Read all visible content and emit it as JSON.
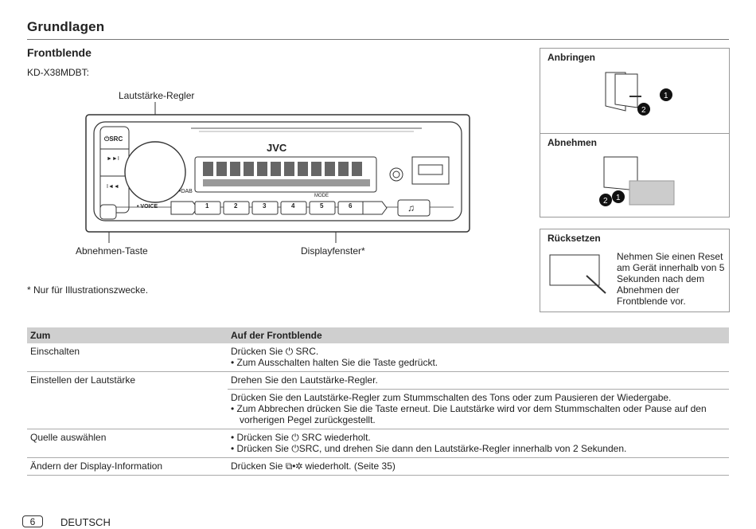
{
  "header": {
    "title": "Grundlagen"
  },
  "section": {
    "title": "Frontblende",
    "model": "KD-X38MDBT:"
  },
  "figure": {
    "callout_volume": "Lautstärke-Regler",
    "callout_detach": "Abnehmen-Taste",
    "callout_display": "Displayfenster*",
    "brand": "JVC",
    "button_src": "⏻SRC",
    "button_next": "►►I",
    "button_prev": "I◄◄",
    "dab": "•DAB",
    "voice": "• VOICE",
    "mode": "MODE",
    "presets": [
      "1",
      "2",
      "3",
      "4",
      "5",
      "6"
    ]
  },
  "note": "* Nur für Illustrationszwecke.",
  "sidebar": {
    "attach_title": "Anbringen",
    "detach_title": "Abnehmen",
    "reset_title": "Rücksetzen",
    "reset_text": "Nehmen Sie einen Reset am Gerät innerhalb von 5 Sekunden nach dem Abnehmen der Frontblende vor."
  },
  "table": {
    "headers": [
      "Zum",
      "Auf der Frontblende"
    ],
    "rows": [
      {
        "col1": "Einschalten",
        "main": "Drücken Sie ⏻ SRC.",
        "bullets": [
          "• Zum Ausschalten halten Sie die Taste gedrückt."
        ]
      },
      {
        "col1": "Einstellen der Lautstärke",
        "main": "Drehen Sie den Lautstärke-Regler.",
        "bullets": []
      },
      {
        "col1": "",
        "main": "Drücken Sie den Lautstärke-Regler zum Stummschalten des Tons oder zum Pausieren der Wiedergabe.",
        "bullets": [
          "• Zum Abbrechen drücken Sie die Taste erneut. Die Lautstärke wird vor dem Stummschalten oder Pause auf den vorherigen Pegel zurückgestellt."
        ]
      },
      {
        "col1": "Quelle auswählen",
        "main": "",
        "bullets": [
          "• Drücken Sie ⏻ SRC wiederholt.",
          "• Drücken Sie ⏻SRC, und drehen Sie dann den Lautstärke-Regler innerhalb von 2 Sekunden."
        ]
      },
      {
        "col1": "Ändern der Display-Information",
        "main": "Drücken Sie ⧉•✲ wiederholt. (Seite 35)",
        "bullets": []
      }
    ]
  },
  "footer": {
    "page": "6",
    "language": "DEUTSCH"
  }
}
